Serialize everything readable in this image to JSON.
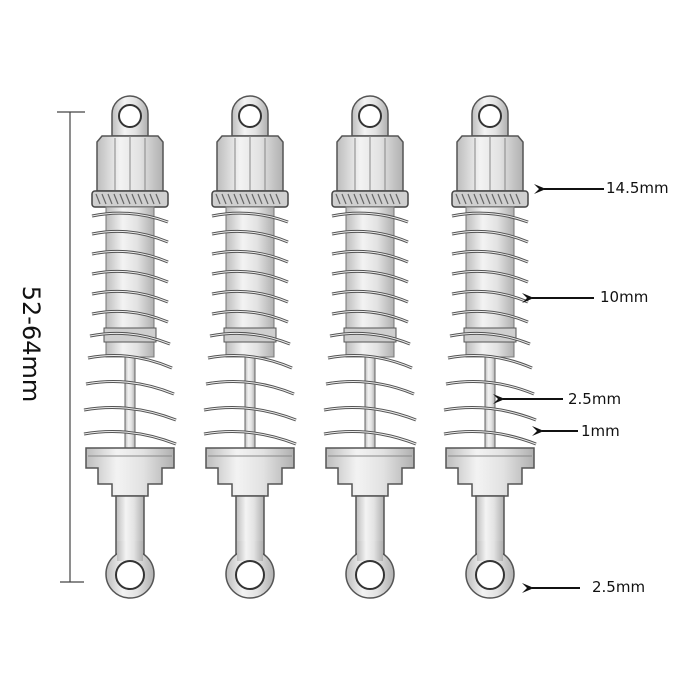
{
  "image": {
    "description": "Four silver RC shock absorbers with dimension annotations",
    "background": "#ffffff",
    "shock_count": 4,
    "shock_color": "#d8d8d8",
    "outline_color": "#555555"
  },
  "dimensions": {
    "overall_length": "52-64mm",
    "annotations": [
      {
        "label": "14.5mm",
        "target": "body-top"
      },
      {
        "label": "10mm",
        "target": "body-diameter"
      },
      {
        "label": "2.5mm",
        "target": "shaft-diameter"
      },
      {
        "label": "1mm",
        "target": "spring-wire"
      },
      {
        "label": "2.5mm",
        "target": "end-hole"
      }
    ]
  }
}
